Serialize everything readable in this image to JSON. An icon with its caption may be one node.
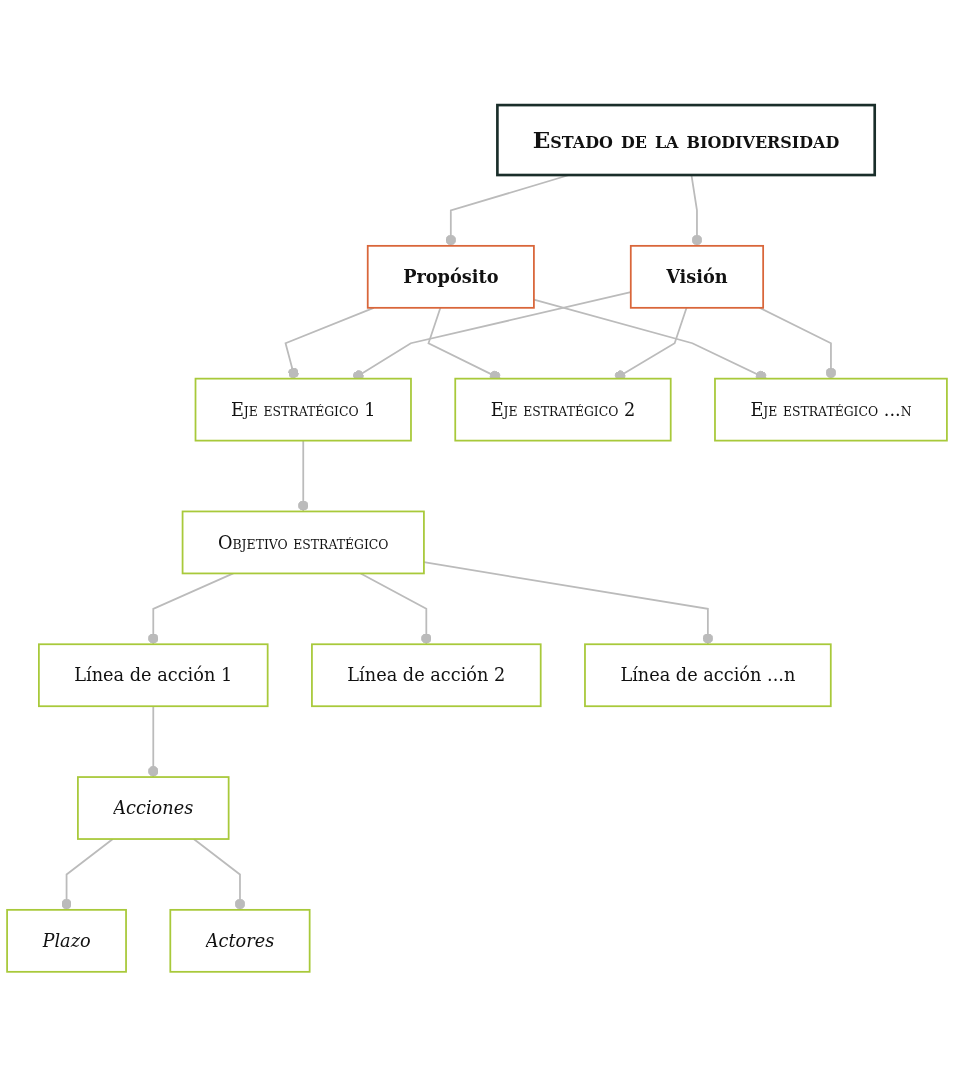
{
  "diagram": {
    "nodes": [
      {
        "text": [
          "Estado de la biodiversidad"
        ]
      },
      {
        "text": [
          "Propósito"
        ]
      },
      {
        "text": [
          "Visión"
        ]
      },
      {
        "text": [
          "Eje estratégico 1"
        ]
      },
      {
        "text": [
          "Eje estratégico 2"
        ]
      },
      {
        "text": [
          "Eje estratégico ...n"
        ]
      },
      {
        "text": [
          "Objetivo estratégico"
        ]
      },
      {
        "text": [
          "Línea de acción 1"
        ]
      },
      {
        "text": [
          "Línea de acción 2"
        ]
      },
      {
        "text": [
          "Línea de acción ...n"
        ]
      },
      {
        "text": [
          "Acciones"
        ]
      },
      {
        "text": [
          "Plazo"
        ]
      },
      {
        "text": [
          "Actores"
        ]
      }
    ],
    "edges": [
      {
        "from": 0,
        "to": 1,
        "arrow": "other"
      },
      {
        "from": 0,
        "to": 2,
        "arrow": "other"
      },
      {
        "from": 1,
        "to": 3,
        "arrow": "other"
      },
      {
        "from": 1,
        "to": 4,
        "arrow": "other"
      },
      {
        "from": 1,
        "to": 5,
        "arrow": "other"
      },
      {
        "from": 2,
        "to": 3,
        "arrow": "other"
      },
      {
        "from": 2,
        "to": 4,
        "arrow": "other"
      },
      {
        "from": 2,
        "to": 5,
        "arrow": "other"
      },
      {
        "from": 3,
        "to": 6,
        "arrow": "other"
      },
      {
        "from": 6,
        "to": 7,
        "arrow": "other"
      },
      {
        "from": 6,
        "to": 8,
        "arrow": "other"
      },
      {
        "from": 6,
        "to": 9,
        "arrow": "other"
      },
      {
        "from": 7,
        "to": 10,
        "arrow": "other"
      },
      {
        "from": 10,
        "to": 11,
        "arrow": "other"
      },
      {
        "from": 10,
        "to": 12,
        "arrow": "other"
      }
    ]
  }
}
